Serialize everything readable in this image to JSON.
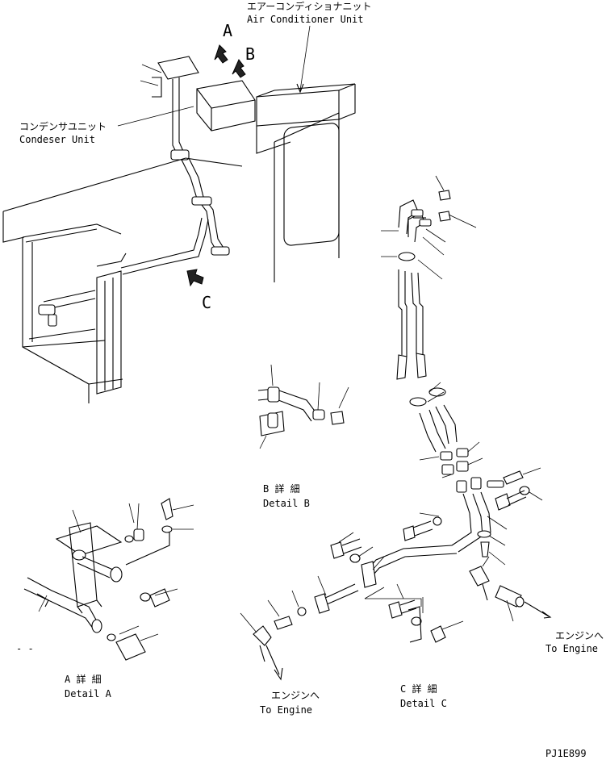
{
  "labels": {
    "air_conditioner_jp": "エアーコンディショナニット",
    "air_conditioner_en": "Air Conditioner Unit",
    "condenser_jp": "コンデンサユニット",
    "condenser_en": "Condeser Unit",
    "callout_a": "A",
    "callout_b": "B",
    "callout_c": "C",
    "detail_a_jp": "A 詳 細",
    "detail_a_en": "Detail A",
    "detail_b_jp": "B 詳 細",
    "detail_b_en": "Detail B",
    "detail_c_jp": "C 詳 細",
    "detail_c_en": "Detail C",
    "to_engine_left_jp": "エンジンへ",
    "to_engine_left_en": "To Engine",
    "to_engine_right_jp": "エンジンへ",
    "to_engine_right_en": "To Engine",
    "dash_mark": "- -",
    "drawing_code": "PJ1E899"
  }
}
